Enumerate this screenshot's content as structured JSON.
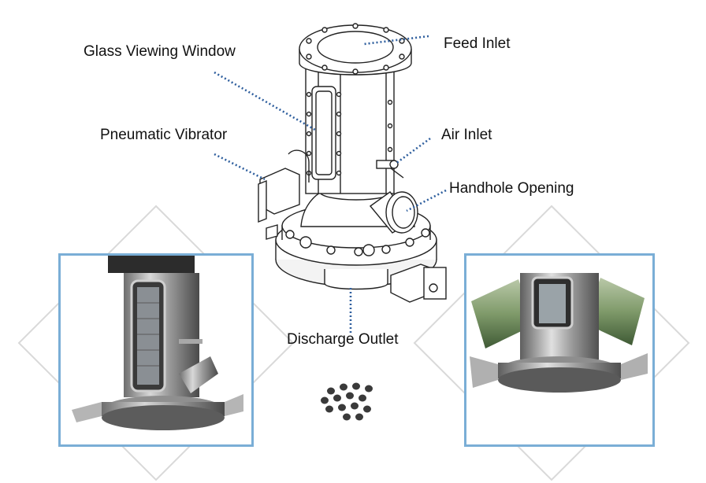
{
  "labels": {
    "glass_viewing_window": "Glass Viewing Window",
    "feed_inlet": "Feed Inlet",
    "pneumatic_vibrator": "Pneumatic Vibrator",
    "air_inlet": "Air Inlet",
    "handhole_opening": "Handhole Opening",
    "discharge_outlet": "Discharge Outlet"
  },
  "colors": {
    "leader_line": "#2f5f9e",
    "photo_frame": "#7aaed6",
    "diamond_outline": "#d9d9d9",
    "particle": "#3a3a3a"
  }
}
